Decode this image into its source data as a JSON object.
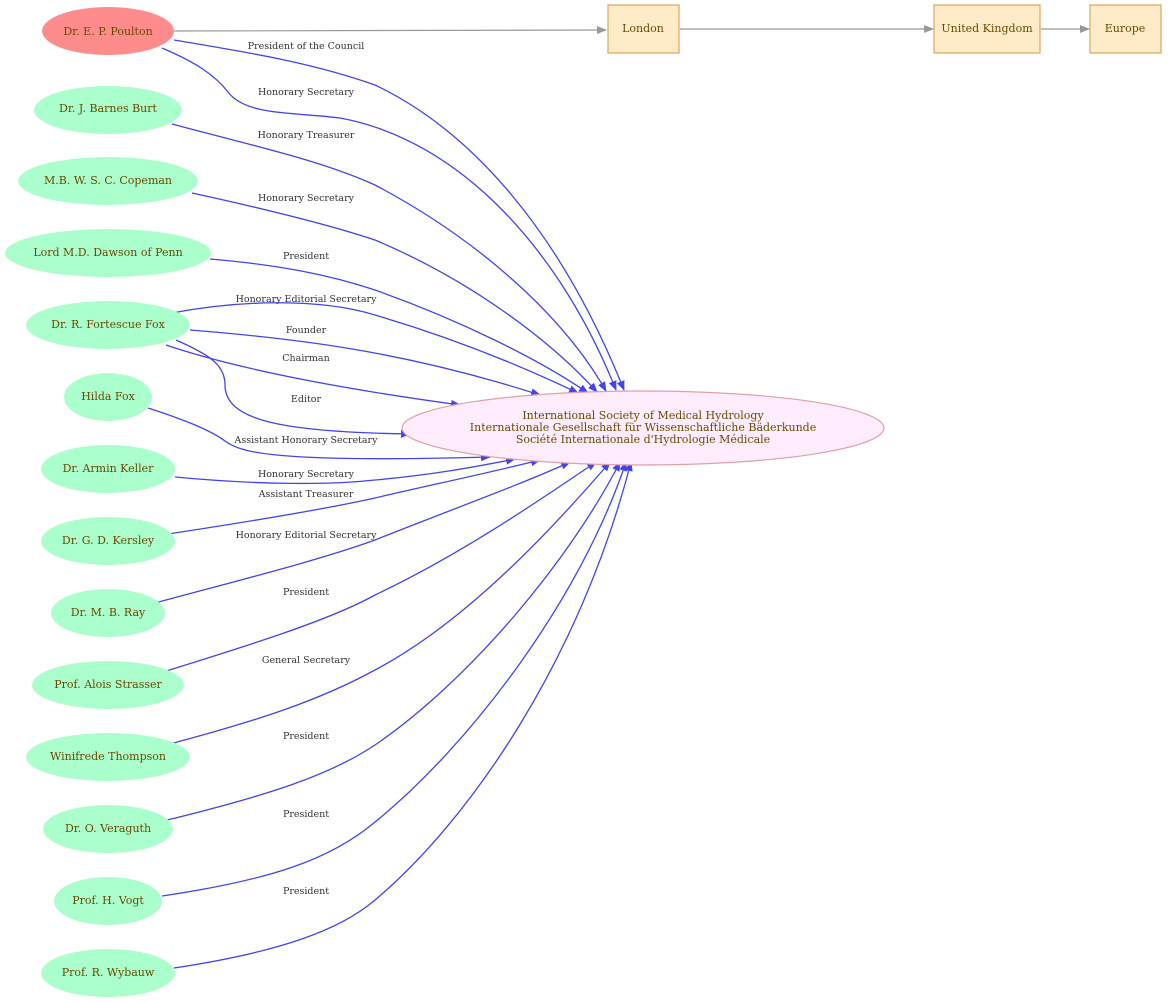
{
  "people": [
    {
      "id": "poulton",
      "label": "Dr. E. P. Poulton",
      "highlight": true
    },
    {
      "id": "burt",
      "label": "Dr. J.  Barnes Burt"
    },
    {
      "id": "copeman",
      "label": "M.B. W. S. C. Copeman"
    },
    {
      "id": "dawson",
      "label": "Lord M.D. Dawson of Penn"
    },
    {
      "id": "rfox",
      "label": "Dr. R.  Fortescue Fox"
    },
    {
      "id": "hfox",
      "label": "Hilda Fox"
    },
    {
      "id": "keller",
      "label": "Dr. Armin Keller"
    },
    {
      "id": "kersley",
      "label": "Dr. G. D. Kersley"
    },
    {
      "id": "ray",
      "label": "Dr. M. B. Ray"
    },
    {
      "id": "strasser",
      "label": "Prof. Alois Strasser"
    },
    {
      "id": "thompson",
      "label": "Winifrede Thompson"
    },
    {
      "id": "veraguth",
      "label": "Dr. O. Veraguth"
    },
    {
      "id": "vogt",
      "label": "Prof. H. Vogt"
    },
    {
      "id": "wybauw",
      "label": "Prof. R. Wybauw"
    }
  ],
  "organization": {
    "lines": [
      "International Society of Medical Hydrology",
      "Internationale Gesellschaft für Wissenschaftliche Bäderkunde",
      "Société Internationale d'Hydrologie Médicale"
    ]
  },
  "locations": [
    "London",
    "United Kingdom",
    "Europe"
  ],
  "roles": [
    {
      "from": "poulton",
      "label": "President of the Council"
    },
    {
      "from": "poulton",
      "label": "Honorary Secretary"
    },
    {
      "from": "burt",
      "label": "Honorary Treasurer"
    },
    {
      "from": "copeman",
      "label": "Honorary Secretary"
    },
    {
      "from": "dawson",
      "label": "President"
    },
    {
      "from": "rfox",
      "label": "Honorary Editorial Secretary"
    },
    {
      "from": "rfox",
      "label": "Founder"
    },
    {
      "from": "rfox",
      "label": "Chairman"
    },
    {
      "from": "rfox",
      "label": "Editor"
    },
    {
      "from": "hfox",
      "label": "Assistant Honorary Secretary"
    },
    {
      "from": "keller",
      "label": "Honorary Secretary"
    },
    {
      "from": "kersley",
      "label": "Assistant Treasurer"
    },
    {
      "from": "ray",
      "label": "Honorary Editorial Secretary"
    },
    {
      "from": "strasser",
      "label": "President"
    },
    {
      "from": "thompson",
      "label": "General Secretary"
    },
    {
      "from": "veraguth",
      "label": "President"
    },
    {
      "from": "vogt",
      "label": "President"
    },
    {
      "from": "wybauw",
      "label": "President"
    }
  ],
  "colors": {
    "person_fill": "#aaffcc",
    "highlight_fill": "#ff8c8c",
    "org_fill": "#ffecfc",
    "location_fill": "#ffebc8",
    "edge_color": "#4444ee"
  }
}
